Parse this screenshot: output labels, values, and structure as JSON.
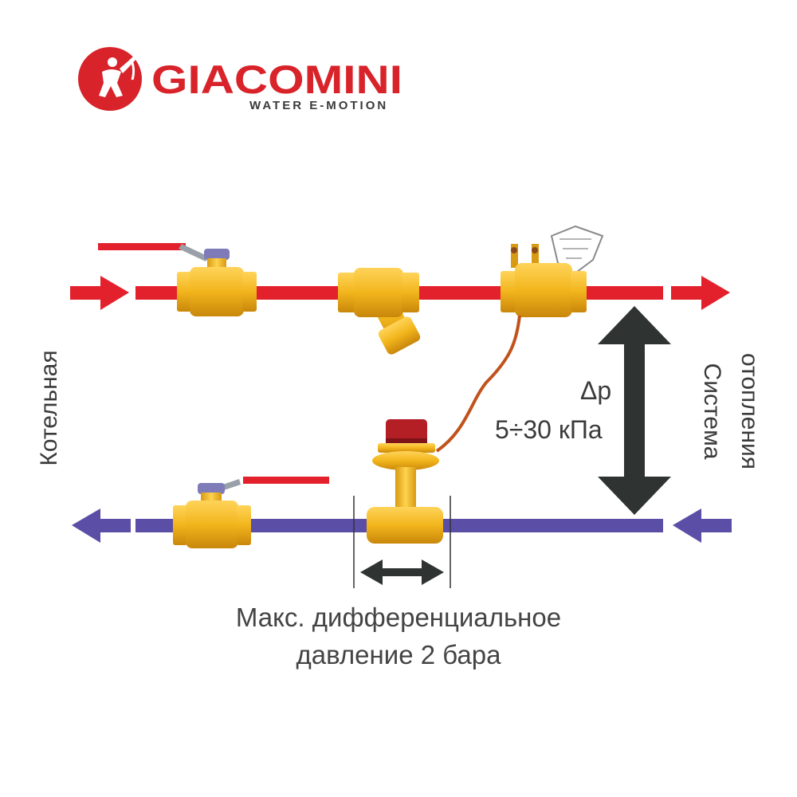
{
  "logo": {
    "brand": "GIACOMINI",
    "tagline": "WATER E-MOTION",
    "brand_color": "#d8232a",
    "tagline_color": "#3a3a3a"
  },
  "labels": {
    "left_side": "Котельная",
    "right_side_line1": "Система",
    "right_side_line2": "отопления",
    "dp_symbol": "Δp",
    "dp_range": "5÷30 кПа",
    "caption_line1": "Макс. дифференциальное",
    "caption_line2": "давление 2 бара"
  },
  "colors": {
    "supply_line": "#e3212c",
    "return_line": "#5b4ea6",
    "brass": "#f2b51c",
    "dark_arrow": "#2f3433",
    "capillary": "#c0531c"
  },
  "components": {
    "supply": [
      "ball-valve",
      "y-strainer",
      "balancing-valve"
    ],
    "return": [
      "ball-valve",
      "differential-pressure-regulator"
    ]
  }
}
